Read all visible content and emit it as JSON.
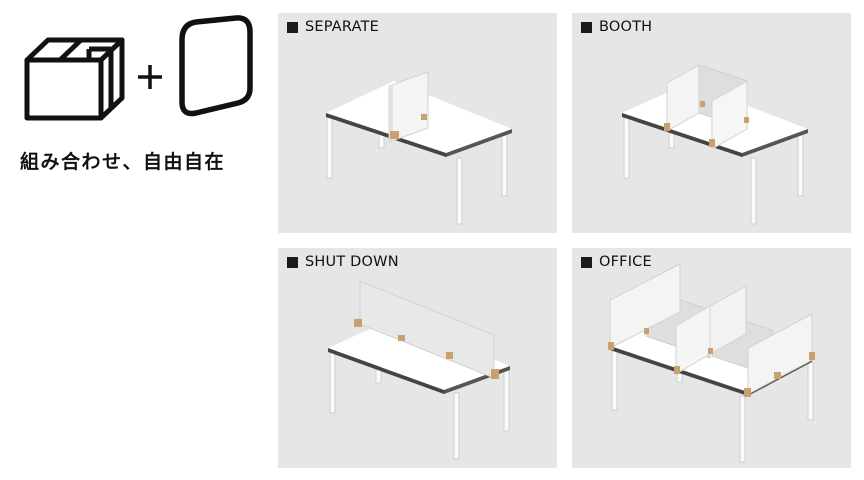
{
  "intro": {
    "tagline": "組み合わせ、自由自在",
    "operator": "+",
    "icons": [
      "box-icon",
      "rounded-panel-icon"
    ]
  },
  "panels": [
    {
      "label": "SEPARATE"
    },
    {
      "label": "BOOTH"
    },
    {
      "label": "SHUT DOWN"
    },
    {
      "label": "OFFICE"
    }
  ],
  "colors": {
    "panel_bg": "#e6e6e6",
    "desk_top": "#ffffff",
    "desk_edge": "#3a3a3a",
    "screen": "#f4f4f4",
    "screen_dark": "#dcdcdc",
    "clamp": "#c9a06e"
  }
}
